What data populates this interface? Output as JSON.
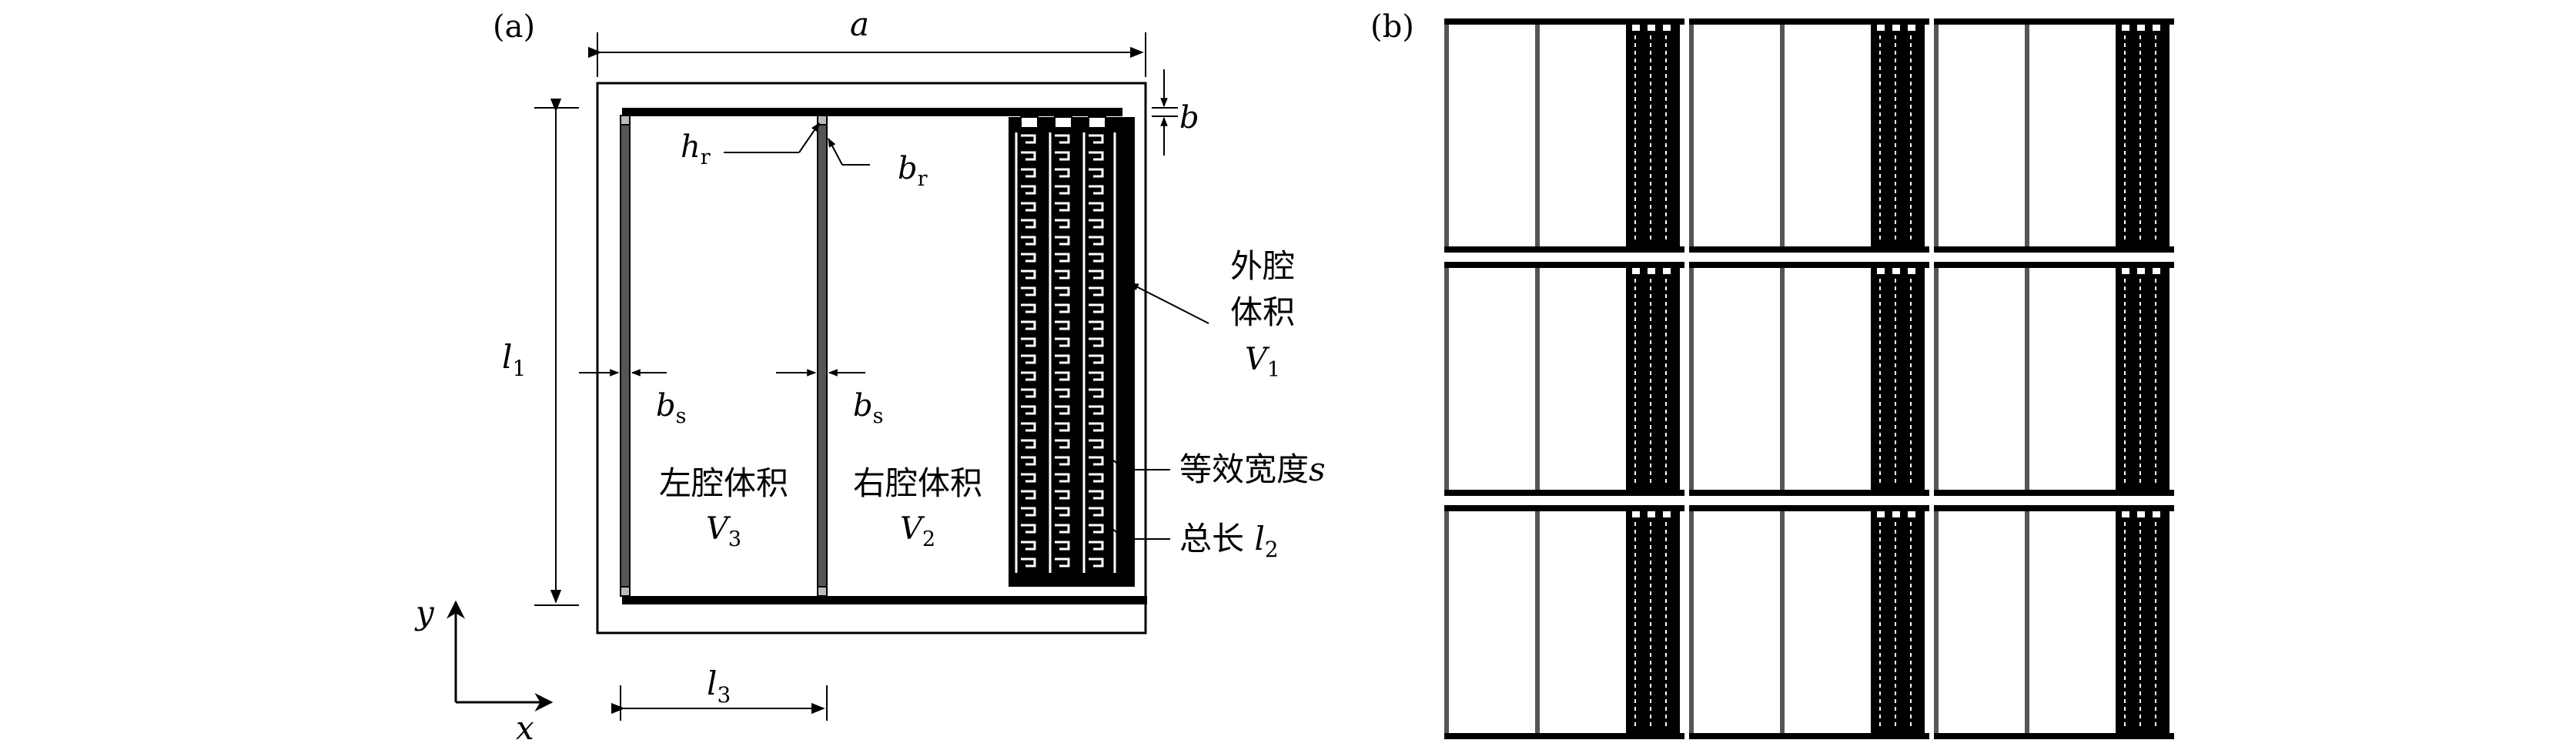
{
  "panel_a": {
    "panel_label": "(a)",
    "dim_a": "a",
    "dim_b": "b",
    "dim_l1": "l",
    "dim_l1_sub": "1",
    "dim_l3": "l",
    "dim_l3_sub": "3",
    "h_r": "h",
    "h_r_sub": "r",
    "b_r": "b",
    "b_r_sub": "r",
    "b_s": "b",
    "b_s_sub": "s",
    "outer_cavity_line1": "外腔",
    "outer_cavity_line2": "体积",
    "outer_cavity_var": "V",
    "outer_cavity_var_sub": "1",
    "equiv_width": "等效宽度",
    "equiv_width_var": "s",
    "total_length": "总长 ",
    "total_length_var": "l",
    "total_length_var_sub": "2",
    "left_cavity": "左腔体积",
    "left_cavity_var": "V",
    "left_cavity_var_sub": "3",
    "right_cavity": "右腔体积",
    "right_cavity_var": "V",
    "right_cavity_var_sub": "2",
    "axis_y": "y",
    "axis_x": "x"
  },
  "panel_b": {
    "panel_label": "(b)",
    "grid_rows": 3,
    "grid_cols": 3
  },
  "colors": {
    "line": "#000000",
    "partition": "#555555",
    "background": "#ffffff"
  }
}
